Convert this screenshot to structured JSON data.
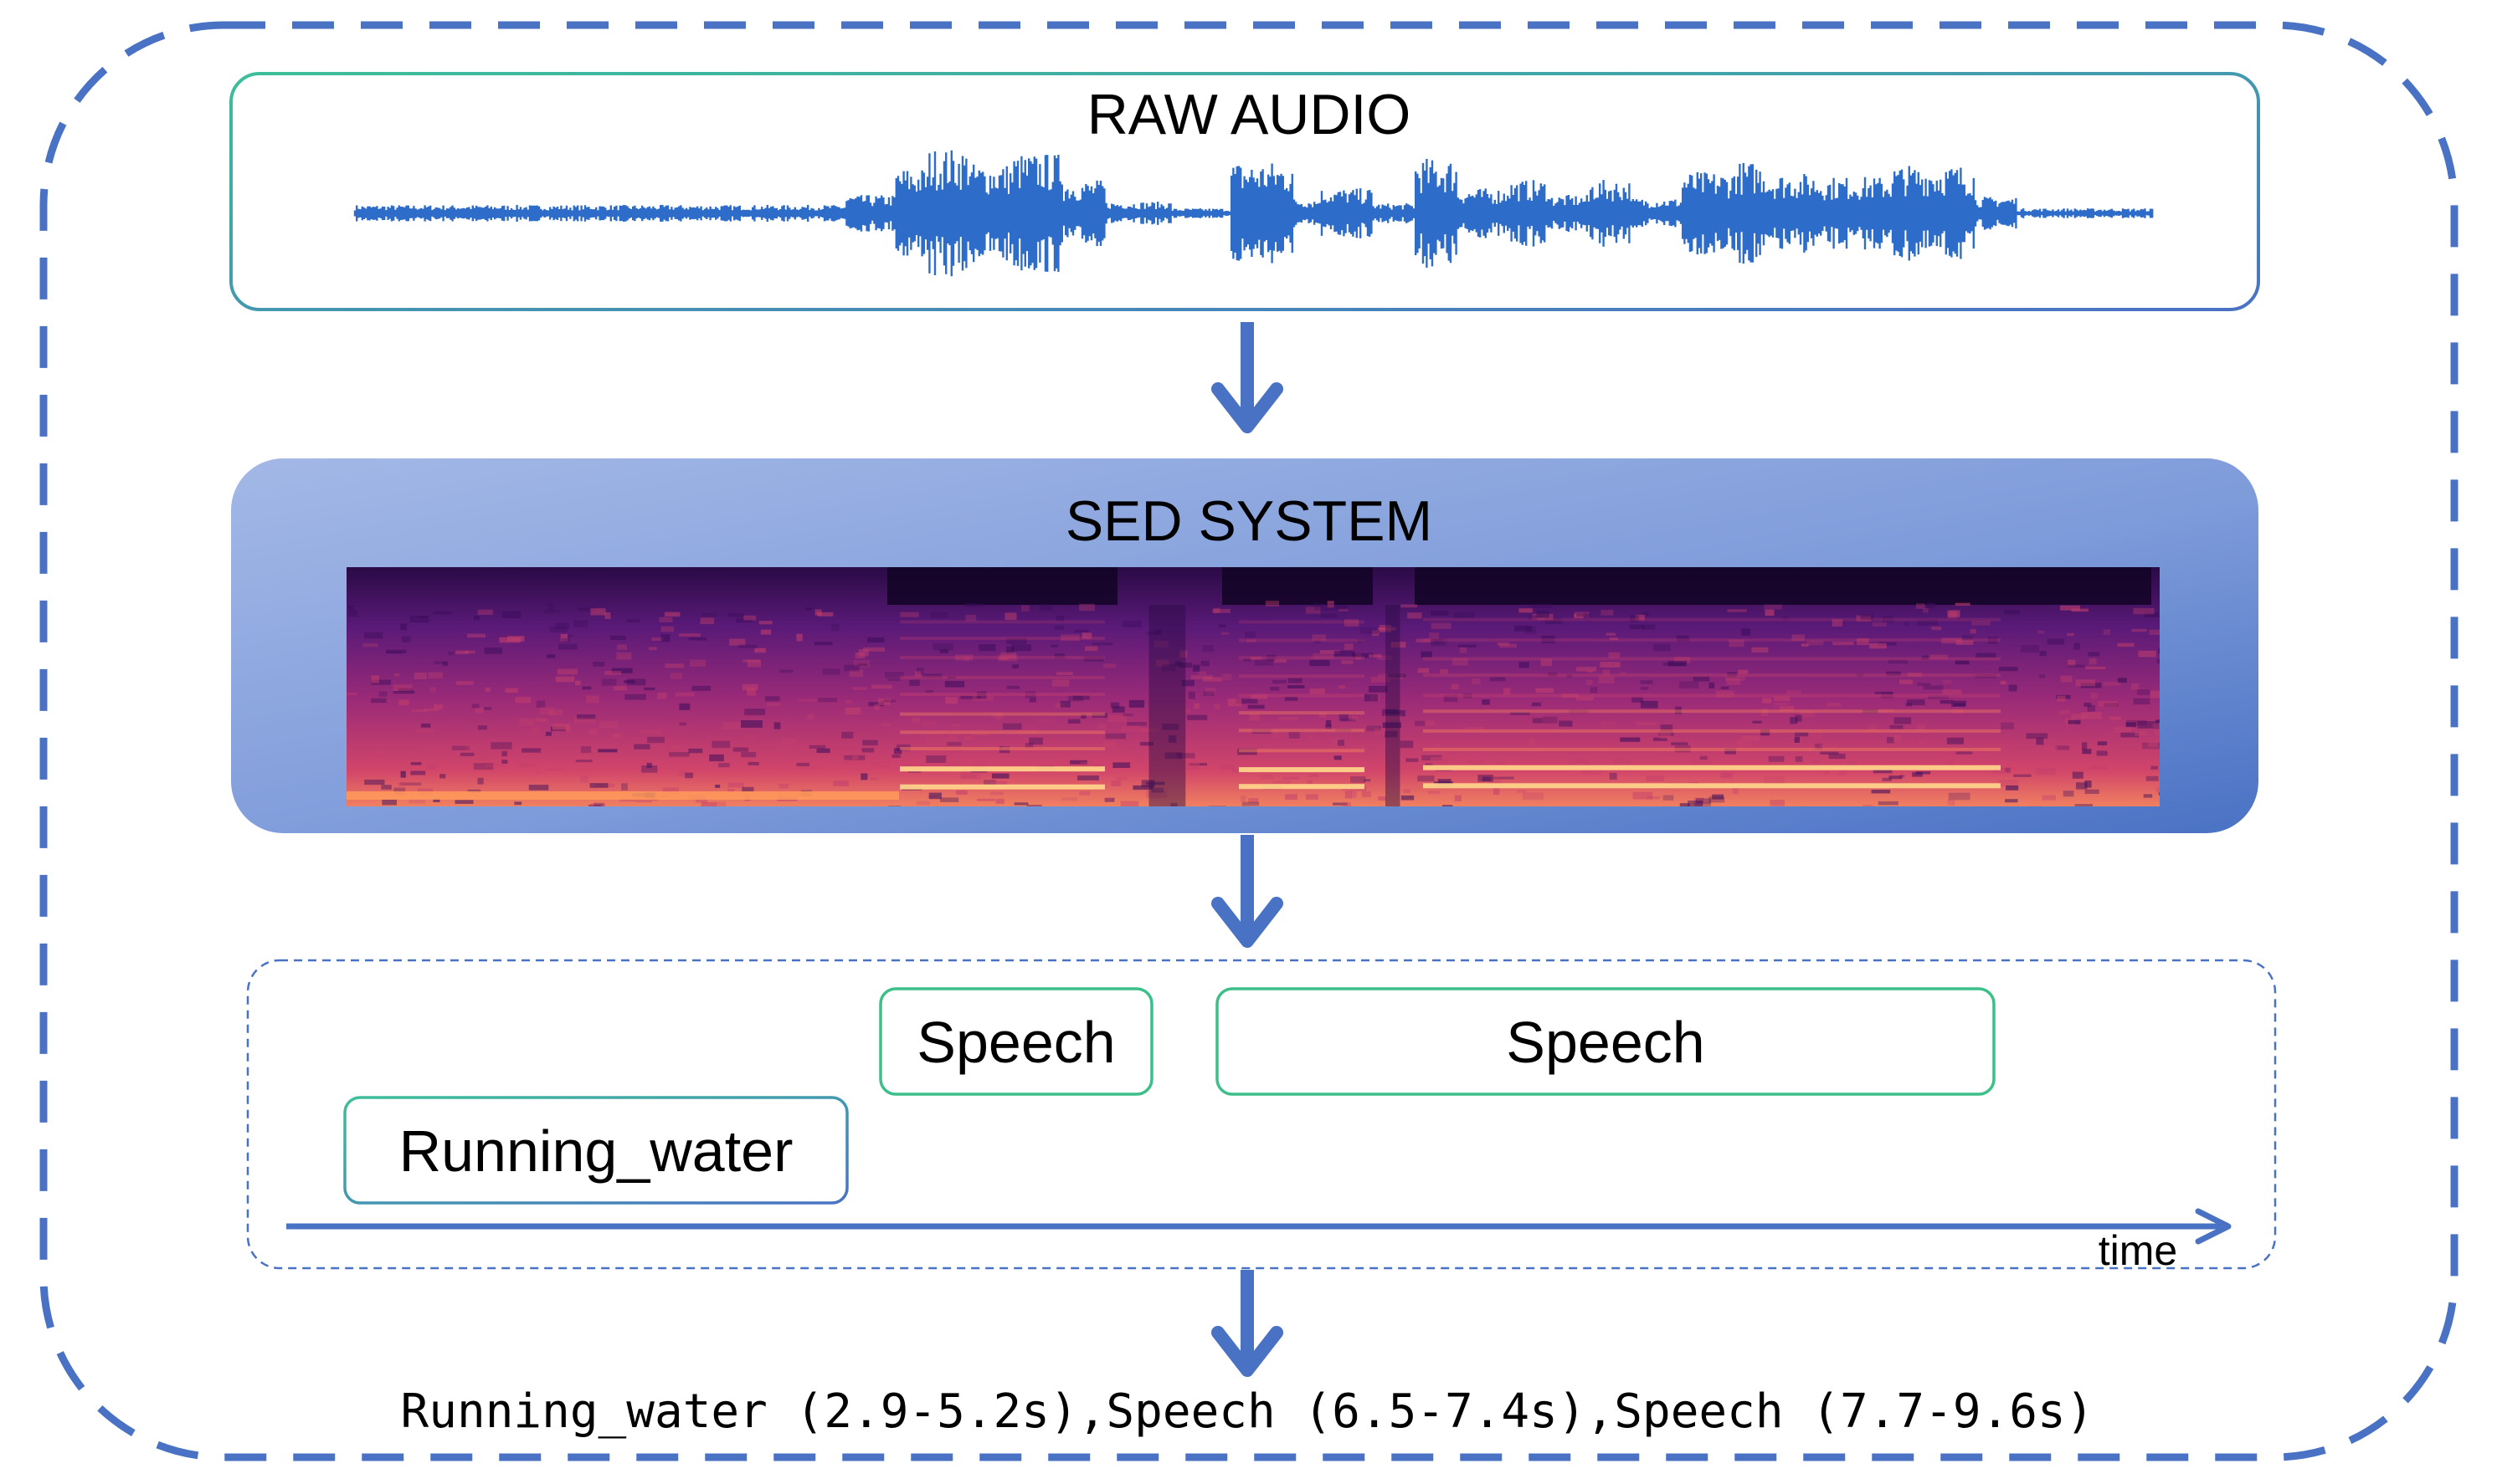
{
  "raw_audio": {
    "title": "RAW AUDIO"
  },
  "sed_system": {
    "title": "SED SYSTEM"
  },
  "events": [
    {
      "label": "Running_water"
    },
    {
      "label": "Speech"
    },
    {
      "label": "Speech"
    }
  ],
  "timeline": {
    "axis_label": "time"
  },
  "output": {
    "text": "Running_water (2.9-5.2s),Speech (6.5-7.4s),Speech (7.7-9.6s)"
  },
  "colors": {
    "outer_border": "#4A72C4",
    "audio_box_border_start": "#3DBF9A",
    "audio_box_border_end": "#4A72C4",
    "waveform": "#2E6CC9",
    "sed_gradient_start": "#9DB3E4",
    "sed_gradient_end": "#4A72C4",
    "event_box_border": "#3DBF8A",
    "arrow": "#4A72C4"
  }
}
